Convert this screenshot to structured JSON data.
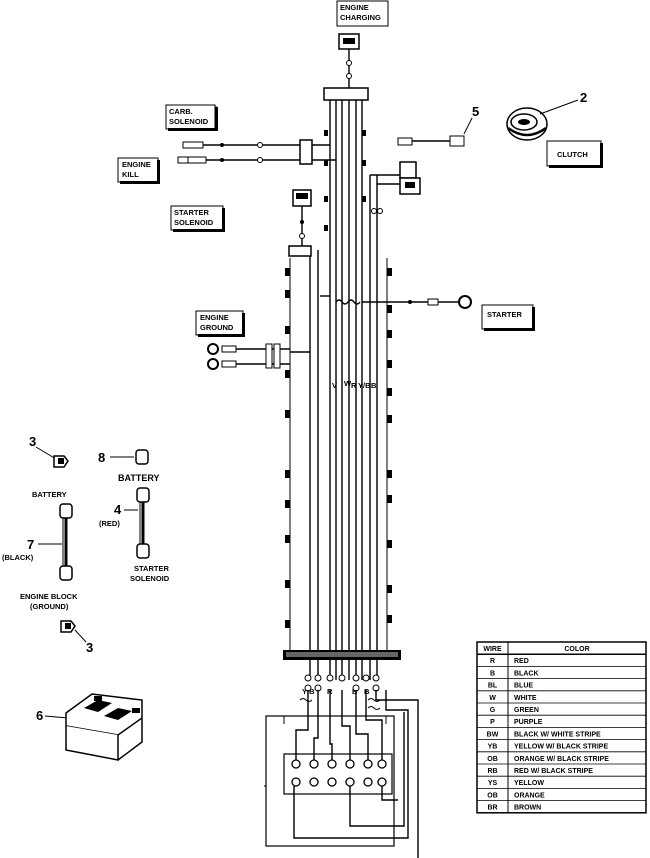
{
  "labels": {
    "engine_charging": [
      "ENGINE",
      "CHARGING"
    ],
    "carb_solenoid": [
      "CARB.",
      "SOLENOID"
    ],
    "engine_kill": [
      "ENGINE",
      "KILL"
    ],
    "starter_solenoid": [
      "STARTER",
      "SOLENOID"
    ],
    "engine_ground": [
      "ENGINE",
      "GROUND"
    ],
    "starter": "STARTER",
    "clutch": "CLUTCH"
  },
  "callouts": {
    "clutch_num": "2",
    "plug_num": "5",
    "clip_num_top": "3",
    "clip_num_bottom": "3",
    "battery_num": "8",
    "red_cable_num": "4",
    "black_cable_num": "7",
    "battery_box_num": "6"
  },
  "parts_text": {
    "battery_left": "BATTERY",
    "battery_right": "BATTERY",
    "red": "(RED)",
    "black": "(BLACK)",
    "engine_block": "ENGINE BLOCK",
    "ground": "(GROUND)",
    "starter_solenoid_1": "STARTER",
    "starter_solenoid_2": "SOLENOID"
  },
  "wire_tags": [
    "V",
    "W",
    "R",
    "Y/B",
    "B",
    "Y/B",
    "R",
    "B",
    "B"
  ],
  "color_table": {
    "header": [
      "WIRE",
      "COLOR"
    ],
    "rows": [
      [
        "R",
        "RED"
      ],
      [
        "B",
        "BLACK"
      ],
      [
        "BL",
        "BLUE"
      ],
      [
        "W",
        "WHITE"
      ],
      [
        "G",
        "GREEN"
      ],
      [
        "P",
        "PURPLE"
      ],
      [
        "BW",
        "BLACK W/ WHITE STRIPE"
      ],
      [
        "YB",
        "YELLOW W/ BLACK STRIPE"
      ],
      [
        "OB",
        "ORANGE  W/ BLACK STRIPE"
      ],
      [
        "RB",
        "RED W/ BLACK STRIPE"
      ],
      [
        "YS",
        "YELLOW"
      ],
      [
        "OB",
        "ORANGE"
      ],
      [
        "BR",
        "BROWN"
      ]
    ]
  }
}
